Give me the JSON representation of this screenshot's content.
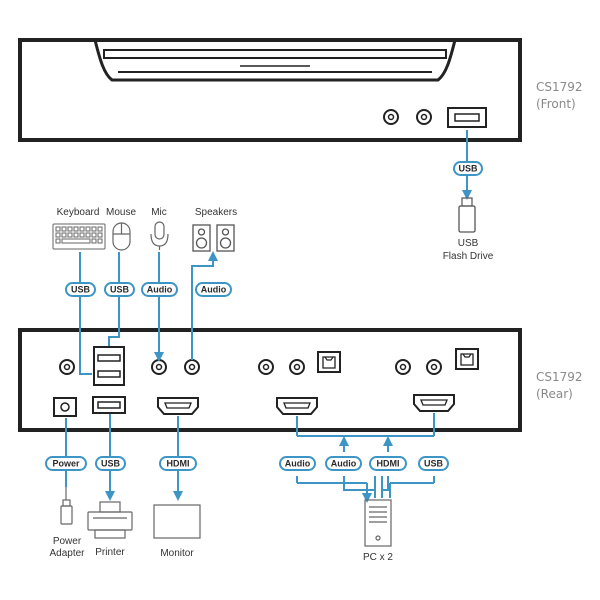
{
  "front": {
    "model": "CS1792",
    "side": "(Front)"
  },
  "rear": {
    "model": "CS1792",
    "side": "(Rear)"
  },
  "devices": {
    "keyboard": "Keyboard",
    "mouse": "Mouse",
    "mic": "Mic",
    "speakers": "Speakers",
    "flash_line1": "USB",
    "flash_line2": "Flash Drive",
    "power_line1": "Power",
    "power_line2": "Adapter",
    "printer": "Printer",
    "monitor": "Monitor",
    "pc": "PC x 2"
  },
  "cables": {
    "front_usb": "USB",
    "keyboard": "USB",
    "mouse": "USB",
    "mic": "Audio",
    "speakers": "Audio",
    "power": "Power",
    "printer": "USB",
    "monitor": "HDMI",
    "pc_audio_1": "Audio",
    "pc_audio_2": "Audio",
    "pc_hdmi": "HDMI",
    "pc_usb": "USB"
  },
  "colors": {
    "line": "#3d95c6",
    "outline": "#222222"
  }
}
